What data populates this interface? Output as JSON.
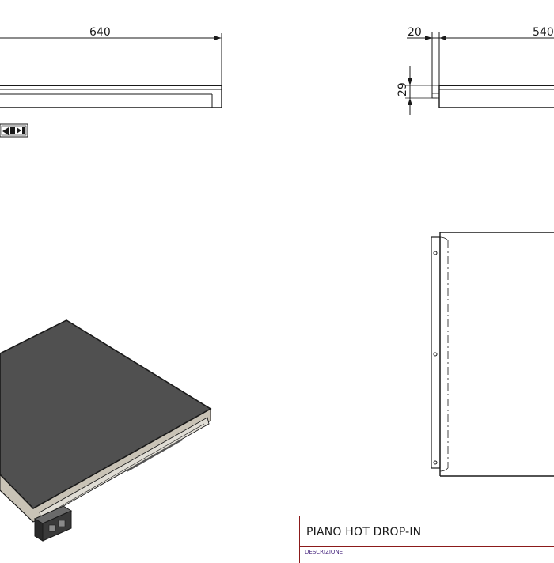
{
  "dimensions": {
    "front_width": "640",
    "side_thickness_offset": "20",
    "side_depth": "540",
    "side_height": "29"
  },
  "title_block": {
    "title": "PIANO HOT DROP-IN",
    "description_label": "DESCRIZIONE"
  },
  "colors": {
    "line": "#1a1a1a",
    "top_surface": "#505050",
    "side_face": "#c9c3b6",
    "title_border": "#8b1a1a"
  }
}
